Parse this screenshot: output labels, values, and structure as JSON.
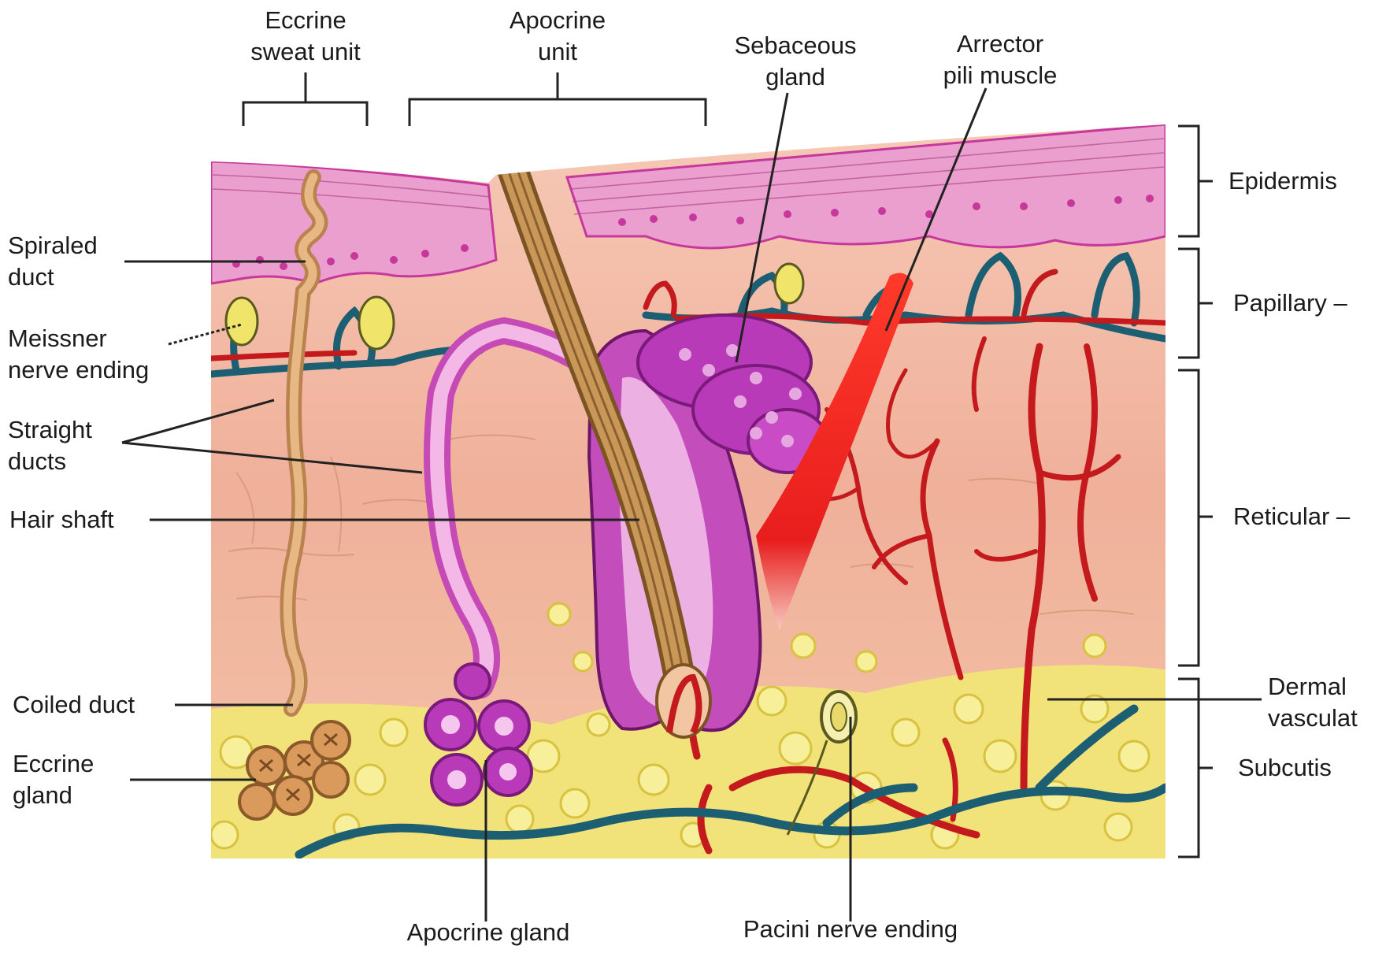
{
  "colors": {
    "epidermis": "#e9a6d0",
    "basal": "#c7389c",
    "dermis": "#f0b39a",
    "gland": "#b93ab8",
    "fat": "#efe06a",
    "artery": "#c4191d",
    "vein": "#1d5f72",
    "hair": "#b98a45",
    "muscle": "#e81e1e"
  },
  "labels": {
    "eccrine_sweat_unit": [
      "Eccrine",
      "sweat unit"
    ],
    "apocrine_unit": [
      "Apocrine",
      "unit"
    ],
    "sebaceous_gland": [
      "Sebaceous",
      "gland"
    ],
    "arrector_pili_muscle": [
      "Arrector",
      "pili muscle"
    ],
    "spiraled_duct": [
      "Spiraled",
      "duct"
    ],
    "meissner_nerve_ending": [
      "Meissner",
      "nerve ending"
    ],
    "straight_ducts": [
      "Straight",
      "ducts"
    ],
    "hair_shaft": "Hair shaft",
    "coiled_duct": "Coiled duct",
    "eccrine_gland": [
      "Eccrine",
      "gland"
    ],
    "apocrine_gland": "Apocrine gland",
    "pacini_nerve_ending": "Pacini nerve ending",
    "epidermis": "Epidermis",
    "papillary": "Papillary –",
    "reticular": "Reticular –",
    "dermal_vasculature": [
      "Dermal",
      "vasculat"
    ],
    "subcutis": "Subcutis"
  }
}
